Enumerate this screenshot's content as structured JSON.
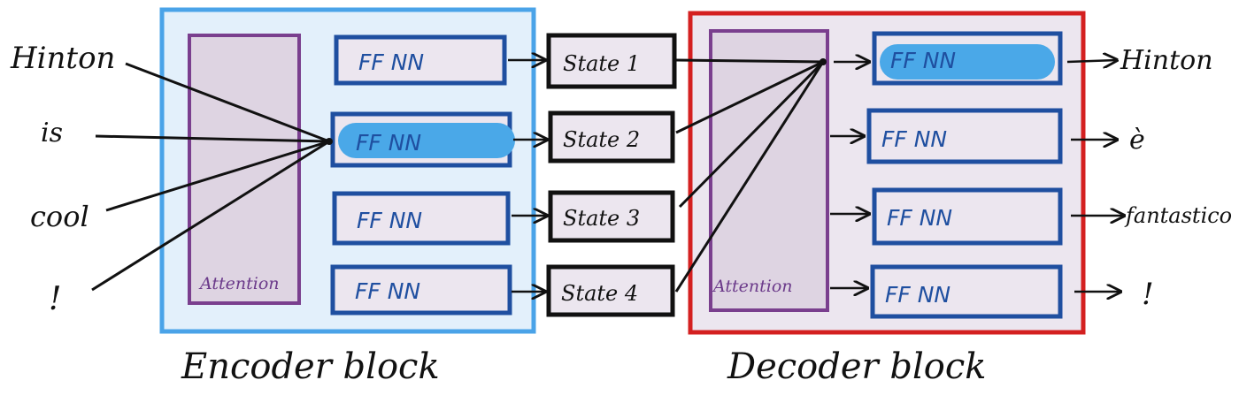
{
  "inputs": [
    "Hinton",
    "is",
    "cool",
    "!"
  ],
  "encoder": {
    "label": "Encoder block",
    "attention_label": "Attention",
    "ff_labels": [
      "FF NN",
      "FF NN",
      "FF NN",
      "FF NN"
    ],
    "color": "#4aa3e8",
    "fill": "#e3f0fb"
  },
  "states": [
    "State 1",
    "State 2",
    "State 3",
    "State 4"
  ],
  "decoder": {
    "label": "Decoder block",
    "attention_label": "Attention",
    "ff_labels": [
      "FF NN",
      "FF NN",
      "FF NN",
      "FF NN"
    ],
    "color": "#d42020",
    "fill": "#ece6ef"
  },
  "outputs": [
    "Hinton",
    "è",
    "fantastico",
    "!"
  ],
  "colors": {
    "ff_border": "#1f4fa0",
    "ff_highlight": "#4aa8e8",
    "attention_border": "#7a3f8e",
    "attention_fill": "#ded4e2",
    "state_border": "#111111"
  }
}
